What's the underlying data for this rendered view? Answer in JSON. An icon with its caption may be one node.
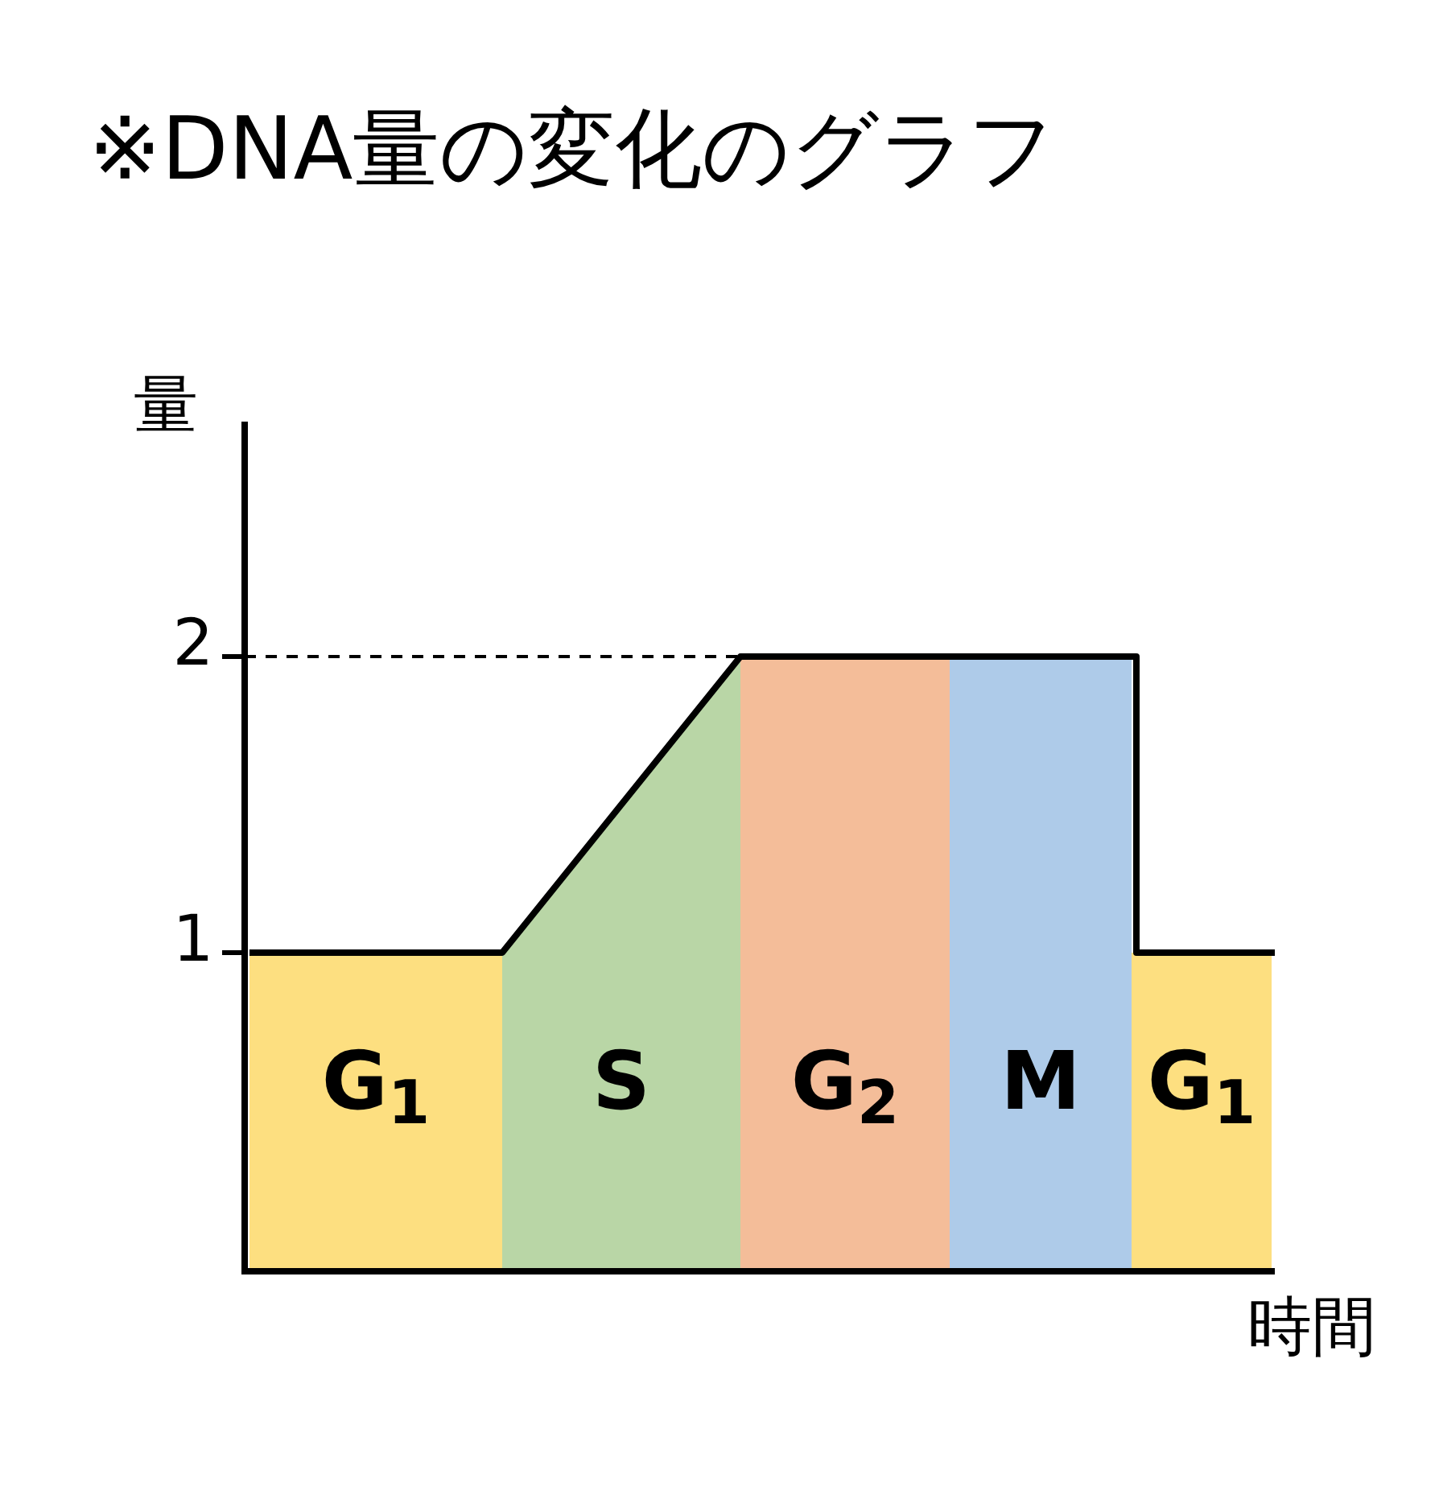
{
  "diagram": {
    "title": "※DNA量の変化のグラフ",
    "nodes": [
      {
        "text": [
          "G$_{1}$"
        ]
      },
      {
        "text": [
          "S"
        ]
      },
      {
        "text": [
          "G$_{2}$"
        ]
      },
      {
        "text": [
          "M"
        ]
      },
      {
        "text": [
          "G$_{1}$"
        ]
      }
    ],
    "labels": [
      "量",
      "2",
      "1",
      "時間"
    ]
  }
}
